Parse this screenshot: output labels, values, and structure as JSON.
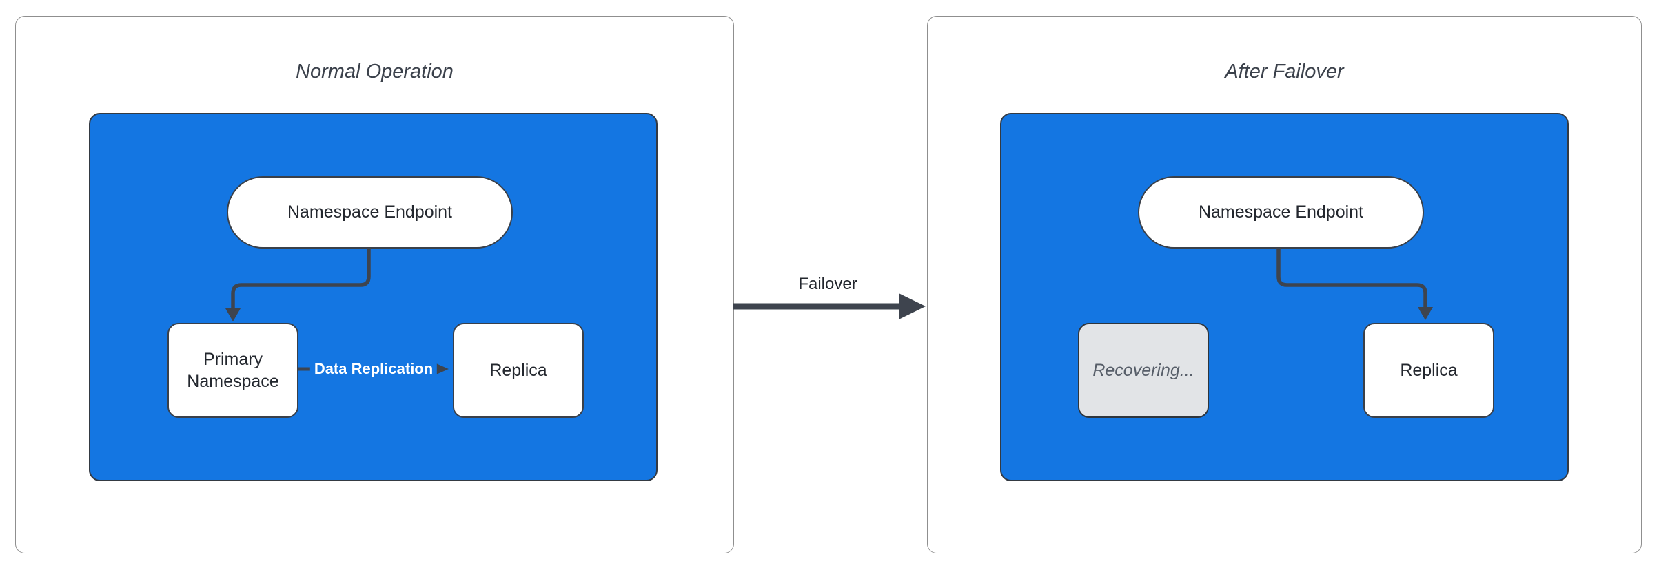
{
  "diagram": {
    "panels": {
      "normal": {
        "title": "Normal Operation",
        "endpoint_label": "Namespace Endpoint",
        "primary_label": "Primary Namespace",
        "replica_label": "Replica",
        "replication_edge_label": "Data Replication"
      },
      "failover": {
        "title": "After Failover",
        "endpoint_label": "Namespace Endpoint",
        "recovering_label": "Recovering...",
        "replica_label": "Replica"
      }
    },
    "failover_edge_label": "Failover",
    "colors": {
      "container_blue": "#1476e2",
      "connector_dark": "#3e444e",
      "node_border": "#3a4049",
      "node_text": "#23272e",
      "title_text": "#3b414b",
      "recovering_fill": "#e2e4e7",
      "recovering_text": "#575e69",
      "panel_border": "#8f8f8f",
      "replication_label_text": "#ffffff"
    }
  }
}
